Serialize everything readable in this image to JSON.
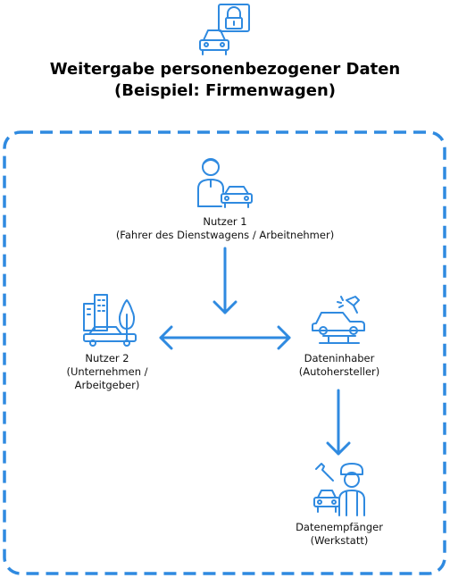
{
  "title": {
    "line1": "Weitergabe personenbezogener Daten",
    "line2": "(Beispiel: Firmenwagen)"
  },
  "nodes": {
    "user1": {
      "name": "Nutzer 1",
      "detail": "(Fahrer des Dienstwagens / Arbeitnehmer)"
    },
    "user2": {
      "name": "Nutzer 2",
      "detail_line1": "(Unternehmen /",
      "detail_line2": "Arbeitgeber)"
    },
    "owner": {
      "name": "Dateninhaber",
      "detail": "(Autohersteller)"
    },
    "recipient": {
      "name": "Datenempfänger",
      "detail": "(Werkstatt)"
    }
  },
  "colors": {
    "accent": "#2f8ae0",
    "frame": "#2f8ae0",
    "text": "#111111"
  },
  "icons": {
    "header": "car-lock-icon",
    "user1": "driver-car-icon",
    "user2": "company-building-car-icon",
    "owner": "car-repair-spray-icon",
    "recipient": "mechanic-icon"
  }
}
